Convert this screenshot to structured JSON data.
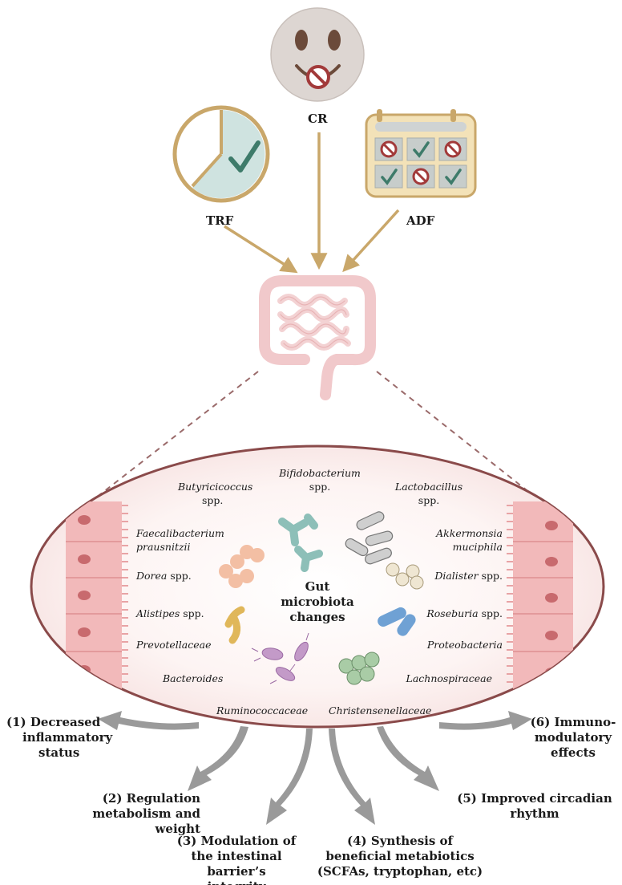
{
  "inputs": {
    "cr": "CR",
    "trf": "TRF",
    "adf": "ADF"
  },
  "center_label": [
    "Gut",
    "microbiota",
    "changes"
  ],
  "taxa_left": [
    {
      "name": "Butyricicoccus",
      "suffix": "spp."
    },
    {
      "name": "Faecalibacterium",
      "suffix": "prausnitzii"
    },
    {
      "name": "Dorea",
      "suffix": "spp."
    },
    {
      "name": "Alistipes",
      "suffix": "spp."
    },
    {
      "name": "Prevotellaceae",
      "suffix": ""
    },
    {
      "name": "Bacteroides",
      "suffix": ""
    },
    {
      "name": "Ruminococcaceae",
      "suffix": ""
    }
  ],
  "taxa_top": [
    {
      "name": "Bifidobacterium",
      "suffix": "spp."
    },
    {
      "name": "Lactobacillus",
      "suffix": "spp."
    }
  ],
  "taxa_right": [
    {
      "name": "Akkermonsia",
      "suffix": "muciphila"
    },
    {
      "name": "Dialister",
      "suffix": "spp."
    },
    {
      "name": "Roseburia",
      "suffix": "spp."
    },
    {
      "name": "Proteobacteria",
      "suffix": ""
    },
    {
      "name": "Lachnospiraceae",
      "suffix": ""
    },
    {
      "name": "Christensenellaceae",
      "suffix": ""
    }
  ],
  "outcomes": [
    {
      "lines": [
        "(1) Decreased",
        "inflammatory",
        "status"
      ]
    },
    {
      "lines": [
        "(2) Regulation",
        "metabolism and weight"
      ]
    },
    {
      "lines": [
        "(3) Modulation of",
        "the intestinal",
        "barrier’s integrity"
      ]
    },
    {
      "lines": [
        "(4) Synthesis of",
        "beneficial metabiotics",
        "(SCFAs, tryptophan, etc)"
      ]
    },
    {
      "lines": [
        "(5) Improved circadian",
        "rhythm"
      ]
    },
    {
      "lines": [
        "(6) Immuno-",
        "modulatory",
        "effects"
      ]
    }
  ],
  "colors": {
    "arrow": "#c9a76a",
    "ellipse_border": "#8a4a4a",
    "ellipse_fill": "#fbeeee",
    "epithelium": "#f2b9ba",
    "calendar": "#f3e2b8",
    "clock_fill": "#cfe3e0",
    "check": "#3e7b6a",
    "no_sign": "#a23a3a",
    "face": "#ddd6d2"
  },
  "icons": [
    "face-icon",
    "clock-icon",
    "calendar-icon",
    "intestine-icon",
    "bacteria-icon"
  ]
}
